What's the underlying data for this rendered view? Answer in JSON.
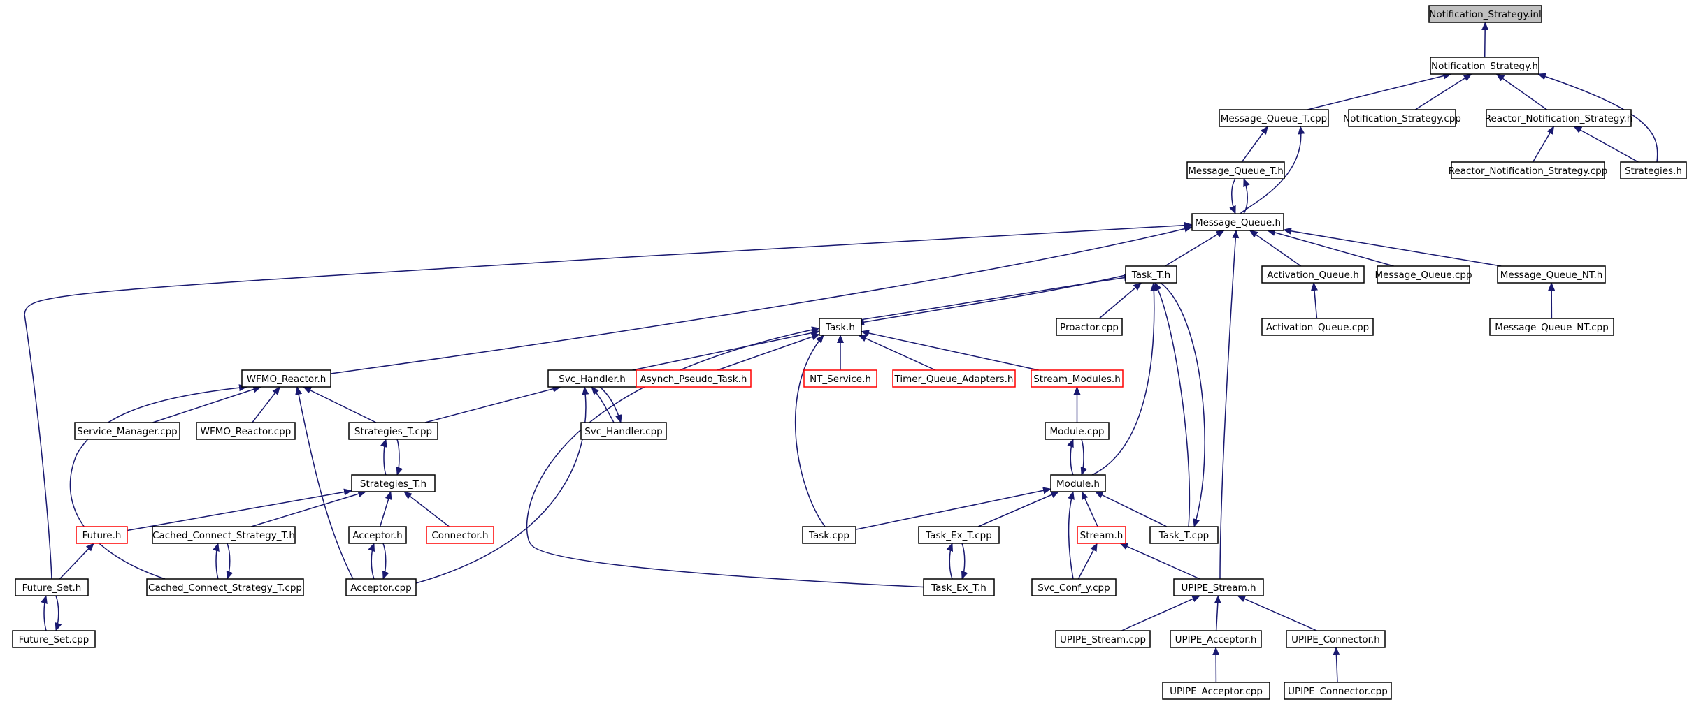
{
  "colors": {
    "edge": "#191970",
    "node_border": "#000000",
    "node_border_red": "#ff0000",
    "root_fill": "#c0c0c0",
    "node_fill": "#ffffff"
  },
  "nodes": [
    {
      "id": "n0",
      "label": "Notification_Strategy.inl",
      "style": "root"
    },
    {
      "id": "n1",
      "label": "Notification_Strategy.h",
      "style": "normal"
    },
    {
      "id": "n2",
      "label": "Message_Queue_T.cpp",
      "style": "normal"
    },
    {
      "id": "n3",
      "label": "Notification_Strategy.cpp",
      "style": "normal"
    },
    {
      "id": "n4",
      "label": "Reactor_Notification_Strategy.h",
      "style": "normal"
    },
    {
      "id": "n5",
      "label": "Message_Queue_T.h",
      "style": "normal"
    },
    {
      "id": "n6",
      "label": "Reactor_Notification_Strategy.cpp",
      "style": "normal"
    },
    {
      "id": "n7",
      "label": "Strategies.h",
      "style": "normal"
    },
    {
      "id": "n8",
      "label": "Message_Queue.h",
      "style": "normal"
    },
    {
      "id": "n9",
      "label": "Task_T.h",
      "style": "normal"
    },
    {
      "id": "n10",
      "label": "Activation_Queue.h",
      "style": "normal"
    },
    {
      "id": "n11",
      "label": "Message_Queue.cpp",
      "style": "normal"
    },
    {
      "id": "n12",
      "label": "Message_Queue_NT.h",
      "style": "normal"
    },
    {
      "id": "n13",
      "label": "Proactor.cpp",
      "style": "normal"
    },
    {
      "id": "n14",
      "label": "Activation_Queue.cpp",
      "style": "normal"
    },
    {
      "id": "n15",
      "label": "Message_Queue_NT.cpp",
      "style": "normal"
    },
    {
      "id": "n16",
      "label": "Task.h",
      "style": "normal"
    },
    {
      "id": "n17",
      "label": "WFMO_Reactor.h",
      "style": "normal"
    },
    {
      "id": "n18",
      "label": "Svc_Handler.h",
      "style": "normal"
    },
    {
      "id": "n19",
      "label": "Asynch_Pseudo_Task.h",
      "style": "red"
    },
    {
      "id": "n20",
      "label": "NT_Service.h",
      "style": "red"
    },
    {
      "id": "n21",
      "label": "Timer_Queue_Adapters.h",
      "style": "red"
    },
    {
      "id": "n22",
      "label": "Stream_Modules.h",
      "style": "red"
    },
    {
      "id": "n23",
      "label": "Service_Manager.cpp",
      "style": "normal"
    },
    {
      "id": "n24",
      "label": "WFMO_Reactor.cpp",
      "style": "normal"
    },
    {
      "id": "n25",
      "label": "Strategies_T.cpp",
      "style": "normal"
    },
    {
      "id": "n26",
      "label": "Svc_Handler.cpp",
      "style": "normal"
    },
    {
      "id": "n27",
      "label": "Module.cpp",
      "style": "normal"
    },
    {
      "id": "n28",
      "label": "Strategies_T.h",
      "style": "normal"
    },
    {
      "id": "n29",
      "label": "Module.h",
      "style": "normal"
    },
    {
      "id": "n30",
      "label": "Future.h",
      "style": "red"
    },
    {
      "id": "n31",
      "label": "Cached_Connect_Strategy_T.h",
      "style": "normal"
    },
    {
      "id": "n32",
      "label": "Acceptor.h",
      "style": "normal"
    },
    {
      "id": "n33",
      "label": "Connector.h",
      "style": "red"
    },
    {
      "id": "n34",
      "label": "Task.cpp",
      "style": "normal"
    },
    {
      "id": "n35",
      "label": "Task_Ex_T.cpp",
      "style": "normal"
    },
    {
      "id": "n36",
      "label": "Stream.h",
      "style": "red"
    },
    {
      "id": "n37",
      "label": "Task_T.cpp",
      "style": "normal"
    },
    {
      "id": "n38",
      "label": "Future_Set.h",
      "style": "normal"
    },
    {
      "id": "n39",
      "label": "Cached_Connect_Strategy_T.cpp",
      "style": "normal"
    },
    {
      "id": "n40",
      "label": "Acceptor.cpp",
      "style": "normal"
    },
    {
      "id": "n41",
      "label": "Task_Ex_T.h",
      "style": "normal"
    },
    {
      "id": "n42",
      "label": "Svc_Conf_y.cpp",
      "style": "normal"
    },
    {
      "id": "n43",
      "label": "UPIPE_Stream.h",
      "style": "normal"
    },
    {
      "id": "n44",
      "label": "Future_Set.cpp",
      "style": "normal"
    },
    {
      "id": "n45",
      "label": "UPIPE_Stream.cpp",
      "style": "normal"
    },
    {
      "id": "n46",
      "label": "UPIPE_Acceptor.h",
      "style": "normal"
    },
    {
      "id": "n47",
      "label": "UPIPE_Connector.h",
      "style": "normal"
    },
    {
      "id": "n48",
      "label": "UPIPE_Acceptor.cpp",
      "style": "normal"
    },
    {
      "id": "n49",
      "label": "UPIPE_Connector.cpp",
      "style": "normal"
    }
  ],
  "edges": [
    {
      "from": "n1",
      "to": "n0"
    },
    {
      "from": "n2",
      "to": "n1"
    },
    {
      "from": "n3",
      "to": "n1"
    },
    {
      "from": "n4",
      "to": "n1"
    },
    {
      "from": "n7",
      "to": "n1"
    },
    {
      "from": "n5",
      "to": "n2"
    },
    {
      "from": "n8",
      "to": "n2"
    },
    {
      "from": "n6",
      "to": "n4"
    },
    {
      "from": "n7",
      "to": "n4"
    },
    {
      "from": "n8",
      "to": "n5"
    },
    {
      "from": "n5",
      "to": "n8"
    },
    {
      "from": "n9",
      "to": "n8"
    },
    {
      "from": "n10",
      "to": "n8"
    },
    {
      "from": "n11",
      "to": "n8"
    },
    {
      "from": "n12",
      "to": "n8"
    },
    {
      "from": "n17",
      "to": "n8"
    },
    {
      "from": "n38",
      "to": "n8"
    },
    {
      "from": "n43",
      "to": "n8"
    },
    {
      "from": "n14",
      "to": "n10"
    },
    {
      "from": "n15",
      "to": "n12"
    },
    {
      "from": "n13",
      "to": "n9"
    },
    {
      "from": "n16",
      "to": "n9"
    },
    {
      "from": "n9",
      "to": "n16"
    },
    {
      "from": "n29",
      "to": "n9"
    },
    {
      "from": "n37",
      "to": "n9"
    },
    {
      "from": "n9",
      "to": "n37"
    },
    {
      "from": "n18",
      "to": "n16"
    },
    {
      "from": "n19",
      "to": "n16"
    },
    {
      "from": "n20",
      "to": "n16"
    },
    {
      "from": "n21",
      "to": "n16"
    },
    {
      "from": "n22",
      "to": "n16"
    },
    {
      "from": "n34",
      "to": "n16"
    },
    {
      "from": "n41",
      "to": "n16"
    },
    {
      "from": "n23",
      "to": "n17"
    },
    {
      "from": "n24",
      "to": "n17"
    },
    {
      "from": "n25",
      "to": "n17"
    },
    {
      "from": "n39",
      "to": "n17"
    },
    {
      "from": "n40",
      "to": "n17"
    },
    {
      "from": "n25",
      "to": "n18"
    },
    {
      "from": "n26",
      "to": "n18"
    },
    {
      "from": "n18",
      "to": "n26"
    },
    {
      "from": "n40",
      "to": "n18"
    },
    {
      "from": "n27",
      "to": "n22"
    },
    {
      "from": "n28",
      "to": "n25"
    },
    {
      "from": "n25",
      "to": "n28"
    },
    {
      "from": "n29",
      "to": "n27"
    },
    {
      "from": "n27",
      "to": "n29"
    },
    {
      "from": "n30",
      "to": "n28"
    },
    {
      "from": "n31",
      "to": "n28"
    },
    {
      "from": "n32",
      "to": "n28"
    },
    {
      "from": "n33",
      "to": "n28"
    },
    {
      "from": "n34",
      "to": "n29"
    },
    {
      "from": "n35",
      "to": "n29"
    },
    {
      "from": "n36",
      "to": "n29"
    },
    {
      "from": "n37",
      "to": "n29"
    },
    {
      "from": "n42",
      "to": "n29"
    },
    {
      "from": "n38",
      "to": "n30"
    },
    {
      "from": "n39",
      "to": "n31"
    },
    {
      "from": "n31",
      "to": "n39"
    },
    {
      "from": "n40",
      "to": "n32"
    },
    {
      "from": "n32",
      "to": "n40"
    },
    {
      "from": "n41",
      "to": "n35"
    },
    {
      "from": "n35",
      "to": "n41"
    },
    {
      "from": "n42",
      "to": "n36"
    },
    {
      "from": "n43",
      "to": "n36"
    },
    {
      "from": "n44",
      "to": "n38"
    },
    {
      "from": "n38",
      "to": "n44"
    },
    {
      "from": "n45",
      "to": "n43"
    },
    {
      "from": "n46",
      "to": "n43"
    },
    {
      "from": "n47",
      "to": "n43"
    },
    {
      "from": "n48",
      "to": "n46"
    },
    {
      "from": "n49",
      "to": "n47"
    }
  ]
}
